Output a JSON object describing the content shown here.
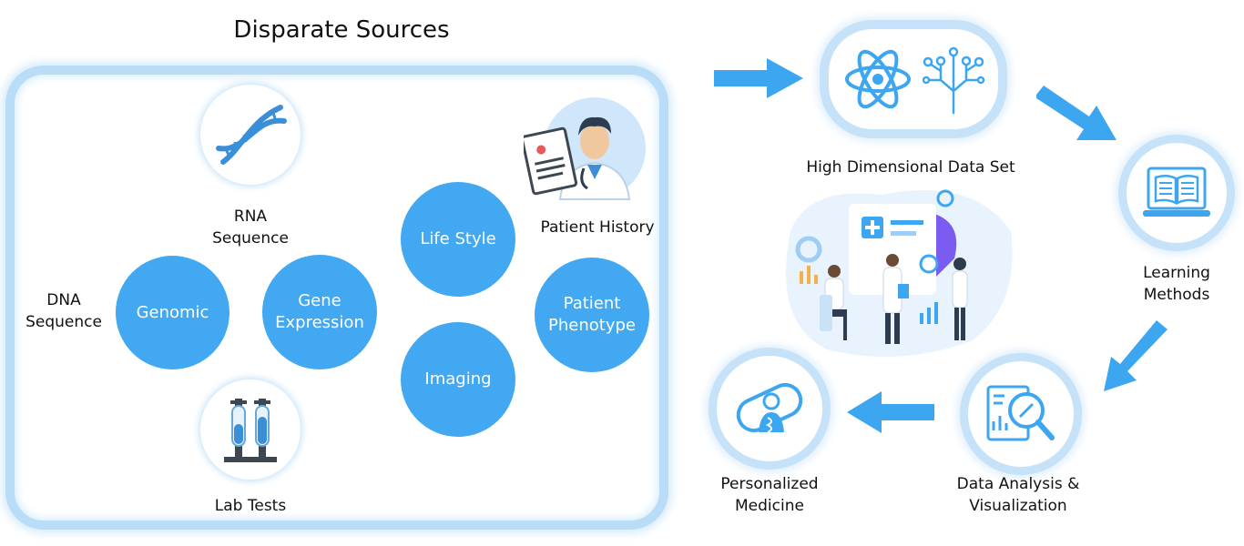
{
  "title": "Disparate Sources",
  "sources": {
    "rna": "RNA\nSequence",
    "dna": "DNA\nSequence",
    "lab_tests": "Lab Tests",
    "patient_history": "Patient History",
    "genomic": "Genomic",
    "gene_expression": "Gene\nExpression",
    "life_style": "Life Style",
    "imaging": "Imaging",
    "patient_phenotype": "Patient\nPhenotype"
  },
  "pipeline": {
    "high_dim": "High Dimensional Data Set",
    "learning": "Learning\nMethods",
    "analysis": "Data Analysis &\nVisualization",
    "personalized": "Personalized\nMedicine"
  },
  "colors": {
    "accent": "#42a8f2",
    "ring": "#c6e2f9",
    "arrow": "#3da6f1"
  }
}
